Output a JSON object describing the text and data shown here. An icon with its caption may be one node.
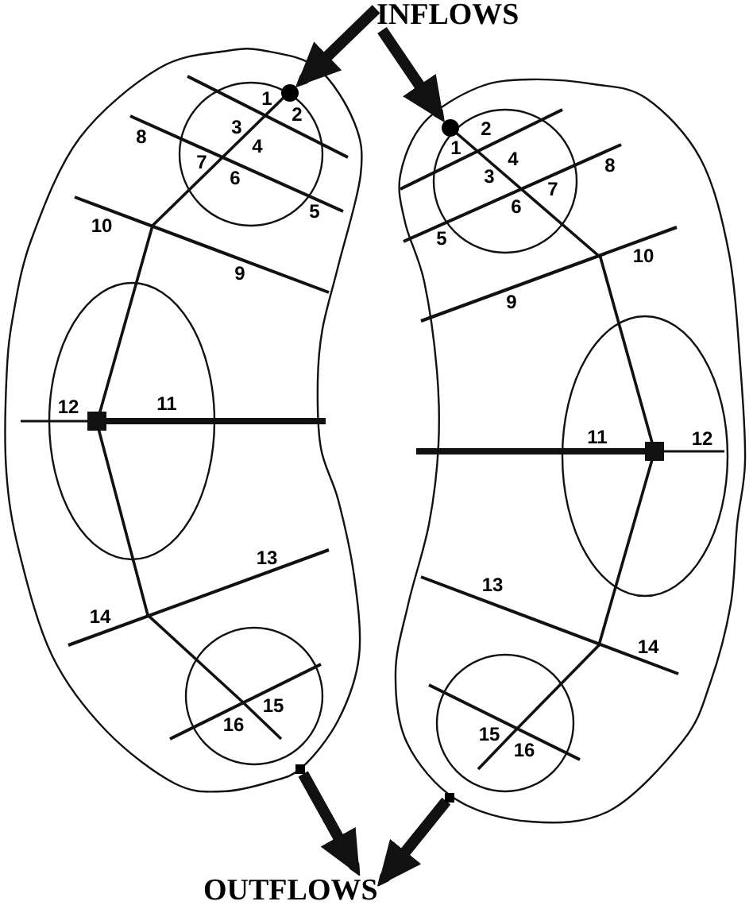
{
  "diagram": {
    "nodes": [
      {
        "text": [
          "INFLOWS"
        ]
      },
      {
        "text": [],
        "shape": "circle"
      },
      {
        "text": [],
        "shape": "circle"
      },
      {
        "text": [],
        "shape": "box"
      },
      {
        "text": [],
        "shape": "box"
      },
      {
        "text": [
          "OUTFLOWS"
        ]
      }
    ],
    "edges": [
      {
        "from": 0,
        "to": 1,
        "arrow": "to"
      },
      {
        "from": 0,
        "to": 2,
        "arrow": "to"
      },
      {
        "from": 3,
        "to": 5,
        "arrow": "to"
      },
      {
        "from": 4,
        "to": 5,
        "arrow": "to"
      }
    ],
    "labels": [
      "1",
      "2",
      "3",
      "4",
      "5",
      "6",
      "7",
      "8",
      "9",
      "10",
      "11",
      "12",
      "13",
      "14",
      "15",
      "16",
      "1",
      "2",
      "3",
      "4",
      "5",
      "6",
      "7",
      "8",
      "9",
      "10",
      "11",
      "12",
      "13",
      "14",
      "15",
      "16"
    ]
  }
}
